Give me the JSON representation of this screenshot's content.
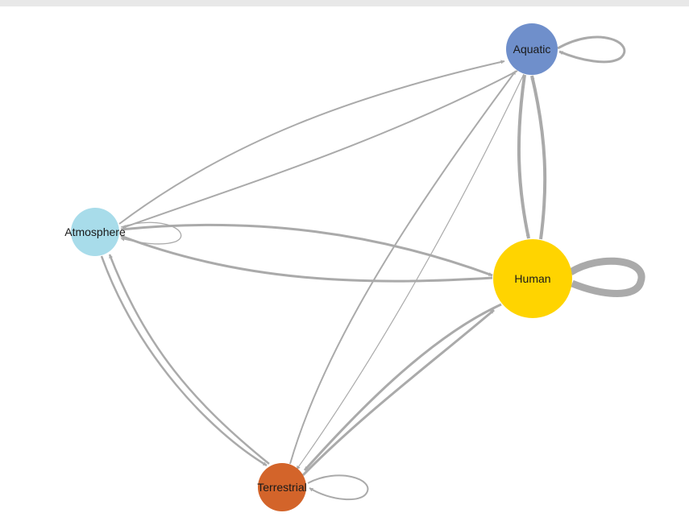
{
  "nodes": [
    {
      "id": "aquatic",
      "label": "Aquatic",
      "color": "#6f8fcb"
    },
    {
      "id": "atmosphere",
      "label": "Atmosphere",
      "color": "#a8dcea"
    },
    {
      "id": "human",
      "label": "Human",
      "color": "#ffd400"
    },
    {
      "id": "terrestrial",
      "label": "Terrestrial",
      "color": "#d3642a"
    }
  ],
  "edges": [
    {
      "from": "aquatic",
      "to": "aquatic"
    },
    {
      "from": "atmosphere",
      "to": "atmosphere"
    },
    {
      "from": "human",
      "to": "human"
    },
    {
      "from": "terrestrial",
      "to": "terrestrial"
    },
    {
      "from": "atmosphere",
      "to": "aquatic"
    },
    {
      "from": "aquatic",
      "to": "atmosphere"
    },
    {
      "from": "atmosphere",
      "to": "human"
    },
    {
      "from": "human",
      "to": "atmosphere"
    },
    {
      "from": "atmosphere",
      "to": "terrestrial"
    },
    {
      "from": "terrestrial",
      "to": "atmosphere"
    },
    {
      "from": "aquatic",
      "to": "human"
    },
    {
      "from": "human",
      "to": "aquatic"
    },
    {
      "from": "terrestrial",
      "to": "aquatic"
    },
    {
      "from": "aquatic",
      "to": "terrestrial"
    },
    {
      "from": "terrestrial",
      "to": "human"
    },
    {
      "from": "human",
      "to": "terrestrial"
    }
  ],
  "colors": {
    "edge": "#aaaaaa",
    "background": "#ffffff"
  }
}
